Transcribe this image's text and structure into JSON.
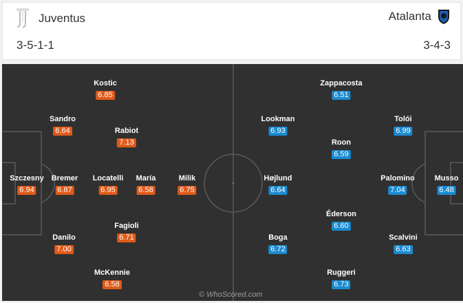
{
  "header": {
    "home": {
      "name": "Juventus",
      "formation": "3-5-1-1"
    },
    "away": {
      "name": "Atalanta",
      "formation": "3-4-3"
    }
  },
  "colors": {
    "home_rating": "#e05a1a",
    "away_rating": "#1a8ad0",
    "pitch": "#303030"
  },
  "players": {
    "home": [
      {
        "name": "Kostic",
        "rating": "6.85"
      },
      {
        "name": "Sandro",
        "rating": "6.64"
      },
      {
        "name": "Rabiot",
        "rating": "7.13"
      },
      {
        "name": "Szczesny",
        "rating": "6.94"
      },
      {
        "name": "Bremer",
        "rating": "6.87"
      },
      {
        "name": "Locatelli",
        "rating": "6.95"
      },
      {
        "name": "María",
        "rating": "6.58"
      },
      {
        "name": "Milik",
        "rating": "6.75"
      },
      {
        "name": "Fagioli",
        "rating": "6.71"
      },
      {
        "name": "Danilo",
        "rating": "7.00"
      },
      {
        "name": "McKennie",
        "rating": "6.58"
      }
    ],
    "away": [
      {
        "name": "Zappacosta",
        "rating": "6.51"
      },
      {
        "name": "Lookman",
        "rating": "6.93"
      },
      {
        "name": "Tolói",
        "rating": "6.99"
      },
      {
        "name": "Roon",
        "rating": "6.59"
      },
      {
        "name": "Højlund",
        "rating": "6.64"
      },
      {
        "name": "Palomino",
        "rating": "7.04"
      },
      {
        "name": "Musso",
        "rating": "6.48"
      },
      {
        "name": "Éderson",
        "rating": "6.60"
      },
      {
        "name": "Boga",
        "rating": "6.72"
      },
      {
        "name": "Scalvini",
        "rating": "6.63"
      },
      {
        "name": "Ruggeri",
        "rating": "6.73"
      }
    ]
  },
  "watermark": "© WhoScored.com"
}
